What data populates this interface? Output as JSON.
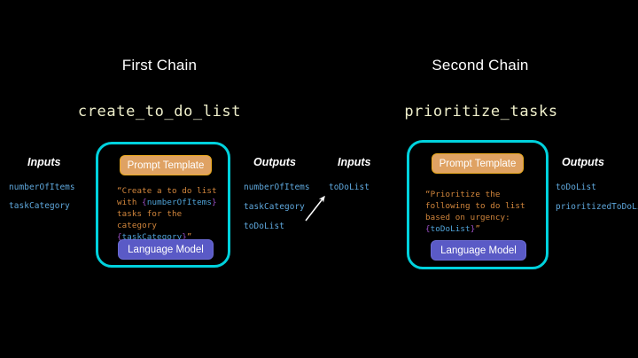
{
  "background_color": "#000000",
  "palette": {
    "chain_border": "#00d2dd",
    "prompt_node_fill": "#dfa263",
    "prompt_node_border": "#e9a91d",
    "llm_node_fill": "#5a5ac6",
    "fn_name_text": "#eeeeca",
    "prompt_string_text": "#d2863c",
    "prompt_brace_text": "#9a4fc4",
    "prompt_var_text": "#4fa3d8",
    "io_var_text": "#5fa8dd",
    "heading_text": "#ffffff",
    "arrow_color": "#ffffff"
  },
  "chains": [
    {
      "title": "First Chain",
      "function_name": "create_to_do_list",
      "prompt_node_label": "Prompt Template",
      "llm_node_label": "Language Model",
      "prompt_parts": [
        {
          "type": "text",
          "value": "“Create a to do list\nwith "
        },
        {
          "type": "brace",
          "value": "{"
        },
        {
          "type": "var",
          "value": "numberOfItems"
        },
        {
          "type": "brace",
          "value": "}"
        },
        {
          "type": "text",
          "value": "\ntasks for the\ncategory\n"
        },
        {
          "type": "brace",
          "value": "{"
        },
        {
          "type": "var",
          "value": "taskCategory"
        },
        {
          "type": "brace",
          "value": "}"
        },
        {
          "type": "text",
          "value": "”"
        }
      ],
      "inputs_label": "Inputs",
      "inputs": [
        "numberOfItems",
        "taskCategory"
      ],
      "outputs_label": "Outputs",
      "outputs": [
        "numberOfItems",
        "taskCategory",
        "toDoList"
      ]
    },
    {
      "title": "Second Chain",
      "function_name": "prioritize_tasks",
      "prompt_node_label": "Prompt Template",
      "llm_node_label": "Language Model",
      "prompt_parts": [
        {
          "type": "text",
          "value": "“Prioritize the\nfollowing to do list\nbased on urgency:\n"
        },
        {
          "type": "brace",
          "value": "{"
        },
        {
          "type": "var",
          "value": "toDoList"
        },
        {
          "type": "brace",
          "value": "}"
        },
        {
          "type": "text",
          "value": "”"
        }
      ],
      "inputs_label": "Inputs",
      "inputs": [
        "toDoList"
      ],
      "outputs_label": "Outputs",
      "outputs": [
        "toDoList",
        "prioritizedToDoList"
      ]
    }
  ],
  "connector": {
    "from_variable": "toDoList",
    "to_variable": "toDoList",
    "direction": "up-right"
  }
}
